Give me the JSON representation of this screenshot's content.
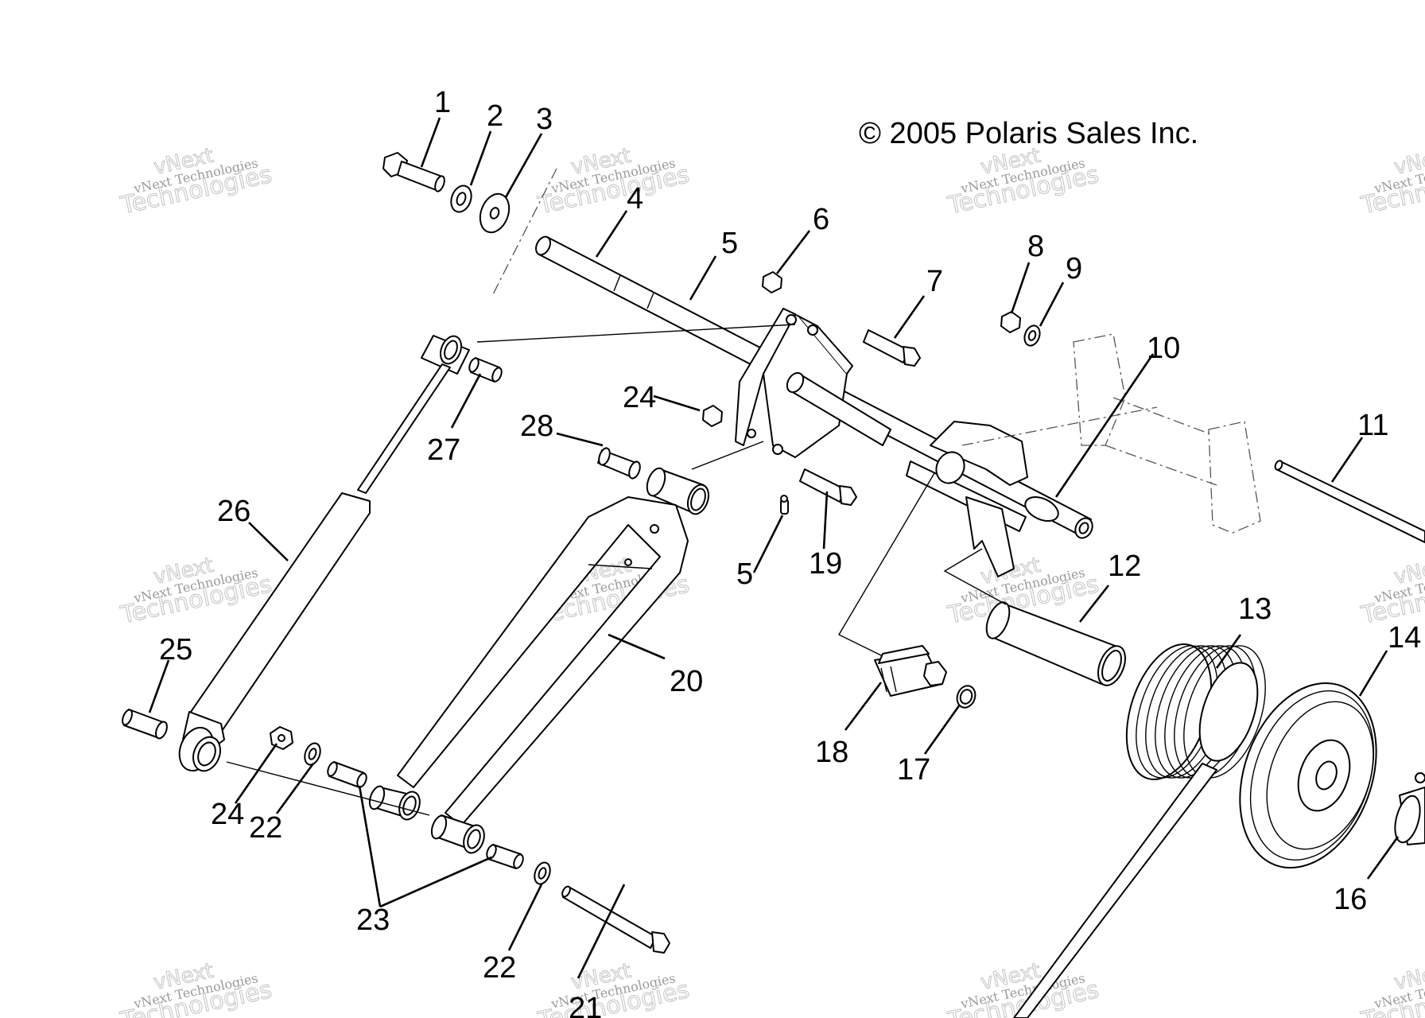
{
  "copyright": "© 2005 Polaris Sales Inc.",
  "watermark": {
    "line_top": "vNext",
    "line_small": "vNext Technologies",
    "line_big": "Technologies"
  },
  "callouts": [
    "1",
    "2",
    "3",
    "4",
    "5",
    "6",
    "7",
    "8",
    "9",
    "10",
    "11",
    "12",
    "13",
    "14",
    "16",
    "17",
    "18",
    "19",
    "20",
    "21",
    "22",
    "22",
    "23",
    "24",
    "24",
    "25",
    "26",
    "27",
    "28",
    "5"
  ]
}
